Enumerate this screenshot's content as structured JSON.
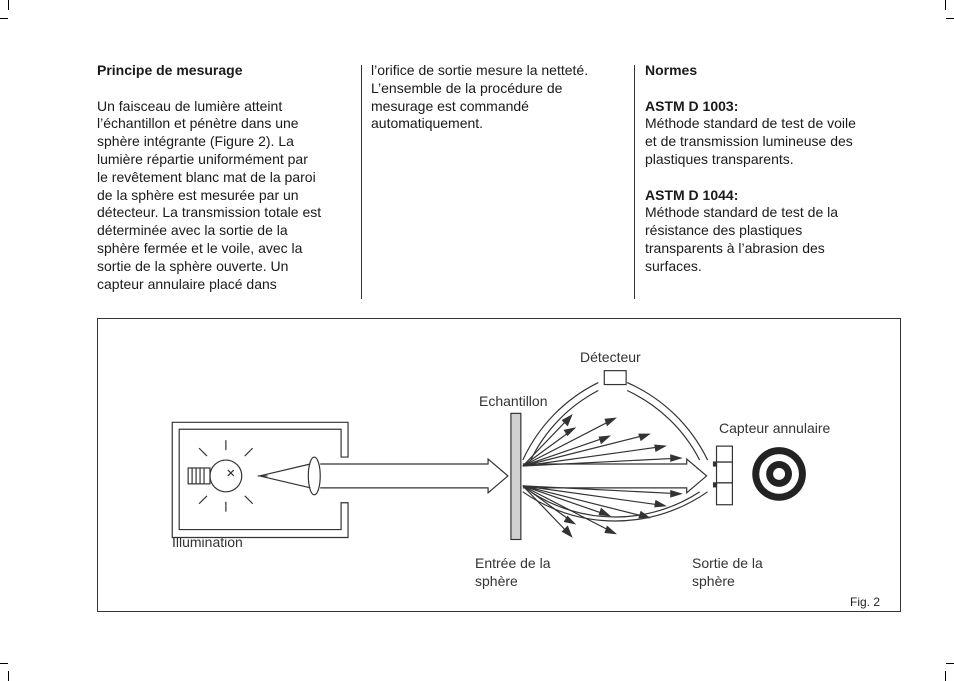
{
  "col1": {
    "heading": "Principe de mesurage",
    "lines": [
      "Un faisceau de lumière atteint",
      "l’échantillon et pénètre dans une",
      "sphère intégrante (Figure 2). La",
      "lumière répartie uniformément par",
      "le revêtement blanc mat de la paroi",
      "de la sphère est mesurée par un",
      "détecteur. La transmission totale est",
      "déterminée avec la sortie de la",
      "sphère fermée et le voile, avec la",
      "sortie de la sphère ouverte. Un",
      "capteur annulaire placé dans"
    ]
  },
  "col2": {
    "lines": [
      "l’orifice de sortie mesure la netteté.",
      "L’ensemble de la procédure de",
      "mesurage est commandé",
      "automatiquement."
    ]
  },
  "col3": {
    "heading": "Normes",
    "standards": [
      {
        "title": "ASTM D 1003:",
        "lines": [
          "Méthode standard de test de voile",
          "et de transmission lumineuse des",
          "plastiques transparents."
        ]
      },
      {
        "title": "ASTM D 1044:",
        "lines": [
          "Méthode standard de test de la",
          "résistance des plastiques",
          "transparents à l’abrasion des",
          "surfaces."
        ]
      }
    ]
  },
  "figure": {
    "labels": {
      "detector": "Détecteur",
      "sample": "Echantillon",
      "ring_sensor": "Capteur  annulaire",
      "illumination": "Illumination",
      "sphere_entry_1": "Entrée  de  la",
      "sphere_entry_2": "sphère",
      "sphere_exit_1": "Sortie  de  la",
      "sphere_exit_2": "sphère"
    },
    "caption": "Fig. 2"
  },
  "colors": {
    "text": "#1a1a1a",
    "line": "#333333",
    "sample_fill": "#d0d0d0"
  }
}
